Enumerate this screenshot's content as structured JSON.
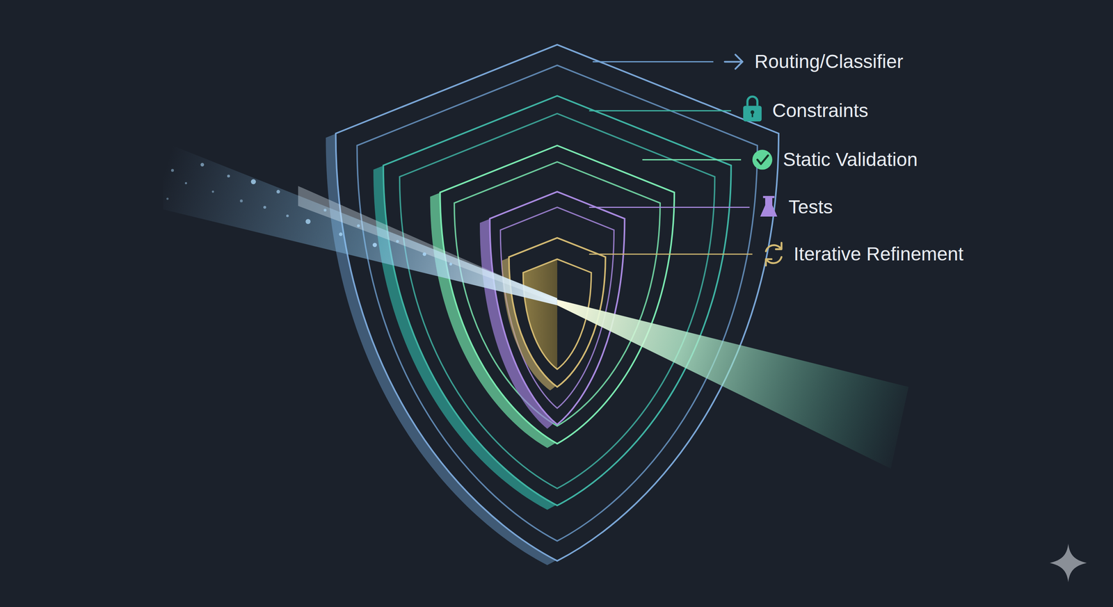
{
  "diagram": {
    "labels": [
      "Routing/Classifier",
      "Constraints",
      "Static Validation",
      "Tests",
      "Iterative Refinement"
    ]
  }
}
